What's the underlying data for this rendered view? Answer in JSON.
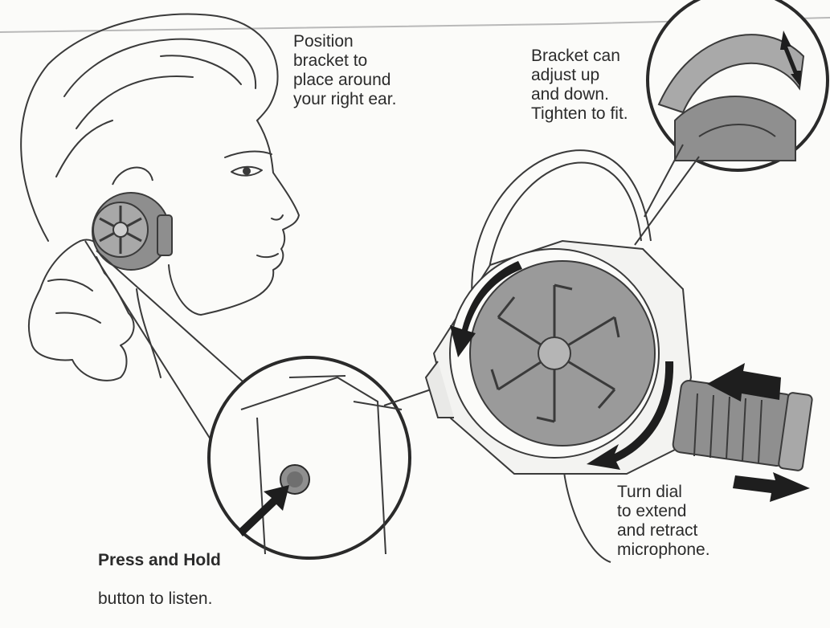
{
  "captions": {
    "position_bracket": "Position\nbracket to\nplace around\nyour right ear.",
    "bracket_adjust": "Bracket can\nadjust up\nand down.\nTighten to fit.",
    "press_hold_bold": "Press and Hold",
    "press_hold_rest": "button to listen.",
    "turn_dial": "Turn dial\nto extend\nand retract\nmicrophone."
  },
  "colors": {
    "line": "#3a3a3a",
    "dial_fill": "#9a9a9a",
    "arrow_fill": "#1e1e1e",
    "paper": "#fbfbf9"
  },
  "icons": {
    "rotate_arrows": "curved-arrow-icon",
    "press_arrow": "arrow-icon",
    "adjust_arrow": "double-arrow-icon",
    "extend_arrows": "double-arrow-icon"
  }
}
